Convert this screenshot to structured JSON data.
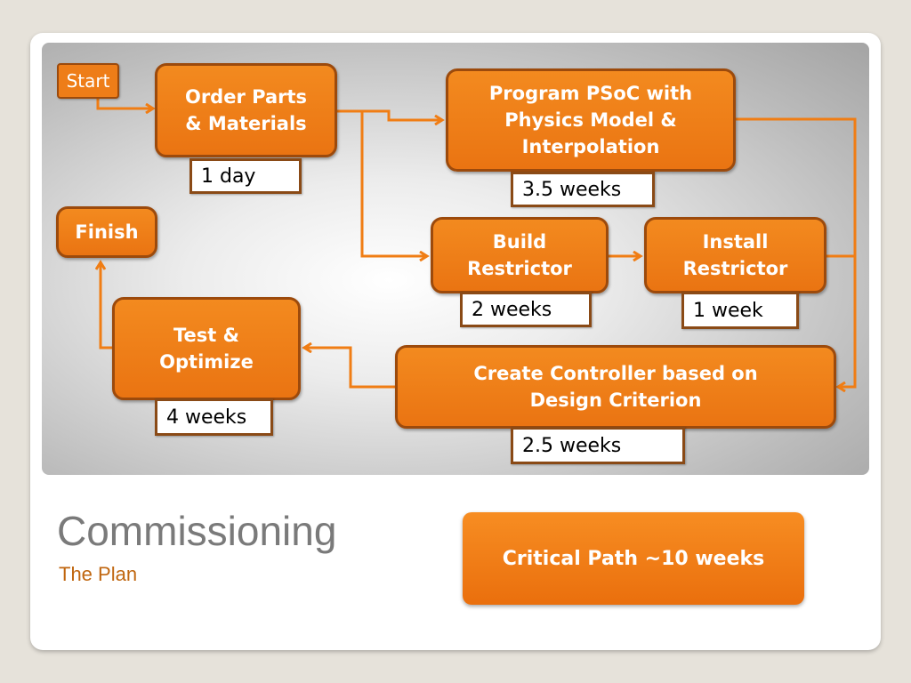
{
  "title": "Commissioning",
  "subtitle": "The Plan",
  "colors": {
    "accent": "#ee7d18",
    "border": "#9c4a0c",
    "title": "#7a7a7a",
    "subtitle": "#c0660f"
  },
  "diagram": {
    "start": "Start",
    "finish": "Finish",
    "tasks": {
      "order_parts": "Order Parts\n& Materials",
      "program_psoc": "Program PSoC with\nPhysics Model &\nInterpolation",
      "build_restrictor": "Build\nRestrictor",
      "install_restrictor": "Install\nRestrictor",
      "create_controller": "Create Controller based on\nDesign Criterion",
      "test_optimize": "Test &\nOptimize"
    },
    "durations": {
      "order_parts": "1 day",
      "program_psoc": "3.5 weeks",
      "build_restrictor": "2 weeks",
      "install_restrictor": "1 week",
      "create_controller": "2.5 weeks",
      "test_optimize": "4 weeks"
    }
  },
  "critical_path": "Critical Path ~10 weeks"
}
